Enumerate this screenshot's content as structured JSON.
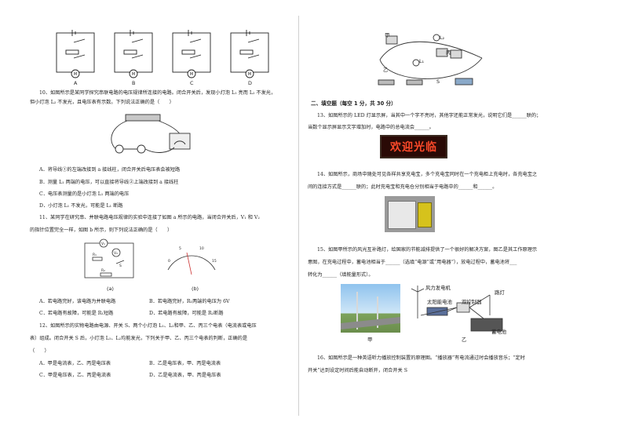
{
  "circuits_top": {
    "labels": [
      "A",
      "B",
      "C",
      "D"
    ]
  },
  "q10": {
    "line1": "10、如图所示是某同学探究串联电路的电压规律所连接的电路。闭合开关后，发现小灯泡 L₁ 亮而 L₂ 不发光，",
    "line2": "但小灯泡 L₂ 不发光，且电压表有示数。下列说法正确的是（　　）",
    "options": [
      "A．将导线①的左端改接到 a 接线柱，闭合开关后电压表会被短路",
      "B．测量 L₁ 两端的电压，可以直接将导线②上端改接到 a 接线柱",
      "C．电压表测量的是小灯泡 L₁ 两端的电压",
      "D．小灯泡 L₁ 不发光，可能是 L₁ 断路"
    ]
  },
  "q11": {
    "line1": "11、某同学在研究串、并联电路电压规律的实验中连接了如图 a 所示的电路，当闭合开关后，V₁ 和 V₂",
    "line2": "的指针位置完全一样，如图 b 所示，则下列说法正确的是（　　）",
    "fig_a": "(a)",
    "fig_b": "(b)",
    "options_row1": [
      "A．若电路完好，该电路为并联电路",
      "B．若电路完好，R₁两端的电压为 6V"
    ],
    "options_row2": [
      "C．若电路有故障，可能是 R₁短路",
      "D．若电路有故障，可能是 R₂断路"
    ]
  },
  "q12": {
    "line1": "12、如图所示的实物电路由电源、开关 S、两个小灯泡 L₁、L₂和甲、乙、丙三个电表（电流表或电压",
    "line2": "表）组成。闭合开关 S 后，小灯泡 L₁、L₂均能发光，下列关于甲、乙、丙三个电表的判断，正确的是",
    "line3": "（　　）",
    "options_row1": [
      "A．甲是电流表，乙、丙是电压表",
      "B．乙是电压表，甲、丙是电流表"
    ],
    "options_row2": [
      "C．甲是电压表，乙、丙是电流表",
      "D．乙是电流表，甲、丙是电压表"
    ]
  },
  "section2": {
    "title": "二、填空题（每空 1 分，共 30 分）"
  },
  "q13": {
    "line1": "13、如图所示的 LED 灯显示屏，当其中一个字不亮时，其他字还能正常发光，说明它们是______联的；",
    "line2": "当数个显示屏显示文字增加时，电路中的总电流会______。",
    "sign_text": "欢迎光临"
  },
  "q14": {
    "line1": "14、如图所示，商场中随处可见各样共享充电宝，多个充电宝同时在一个充电柜上充电时，各充电宝之",
    "line2": "间的连接方式是______联的；此时充电宝和充电仓分别相当于电路中的______和______。"
  },
  "q15": {
    "line1": "15、如图甲所示的风光互补路灯，给国家的节能减排提供了一个很好的解决方案，图乙是其工作原理示",
    "line2": "意图，在充电过程中，蓄电池相当于______（选填“电源”或“用电器”），放电过程中，蓄电池将___",
    "line3": "转化为______（填能量形式）。",
    "labels": {
      "wind": "风力发电机",
      "solar": "太阳能电池",
      "controller": "双控制器",
      "lamp": "路灯",
      "battery": "蓄电池",
      "jia": "甲",
      "yi": "乙"
    }
  },
  "q16": {
    "line1": "16、如图所示是一种英语听力播放控制装置的原理图。“播放器”有电流通过时会播放音乐；“定时",
    "line2": "开关”达到设定时间后能自动断开，闭合开关 S"
  },
  "top_right_figure": {
    "labels": [
      "甲",
      "L₂",
      "L₁",
      "丙",
      "乙",
      "S"
    ]
  }
}
